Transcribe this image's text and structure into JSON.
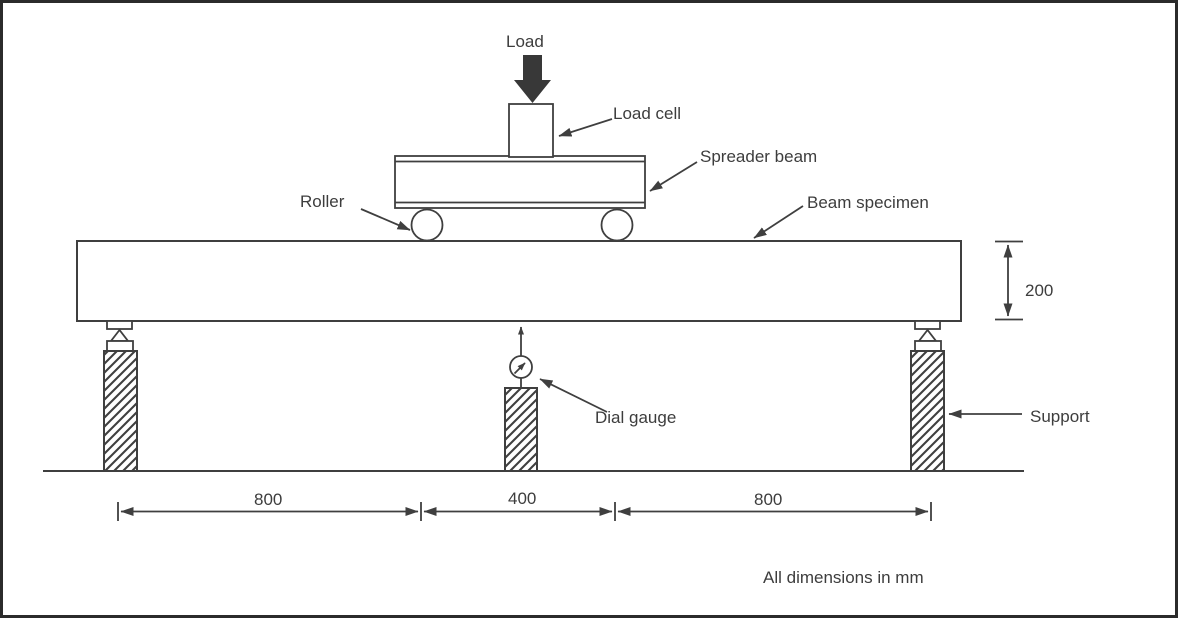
{
  "figure": {
    "labels": {
      "load": "Load",
      "load_cell": "Load cell",
      "spreader_beam": "Spreader beam",
      "roller": "Roller",
      "beam_specimen": "Beam specimen",
      "dial_gauge": "Dial gauge",
      "support": "Support"
    },
    "dimensions": {
      "beam_depth": "200",
      "left_span": "800",
      "middle_span": "400",
      "right_span": "800",
      "note": "All dimensions in mm"
    },
    "colors": {
      "line": "#3f3f3f",
      "text": "#3d3d3d",
      "load_arrow_fill": "#383838",
      "border": "#2b2b2b",
      "background": "#ffffff"
    }
  }
}
